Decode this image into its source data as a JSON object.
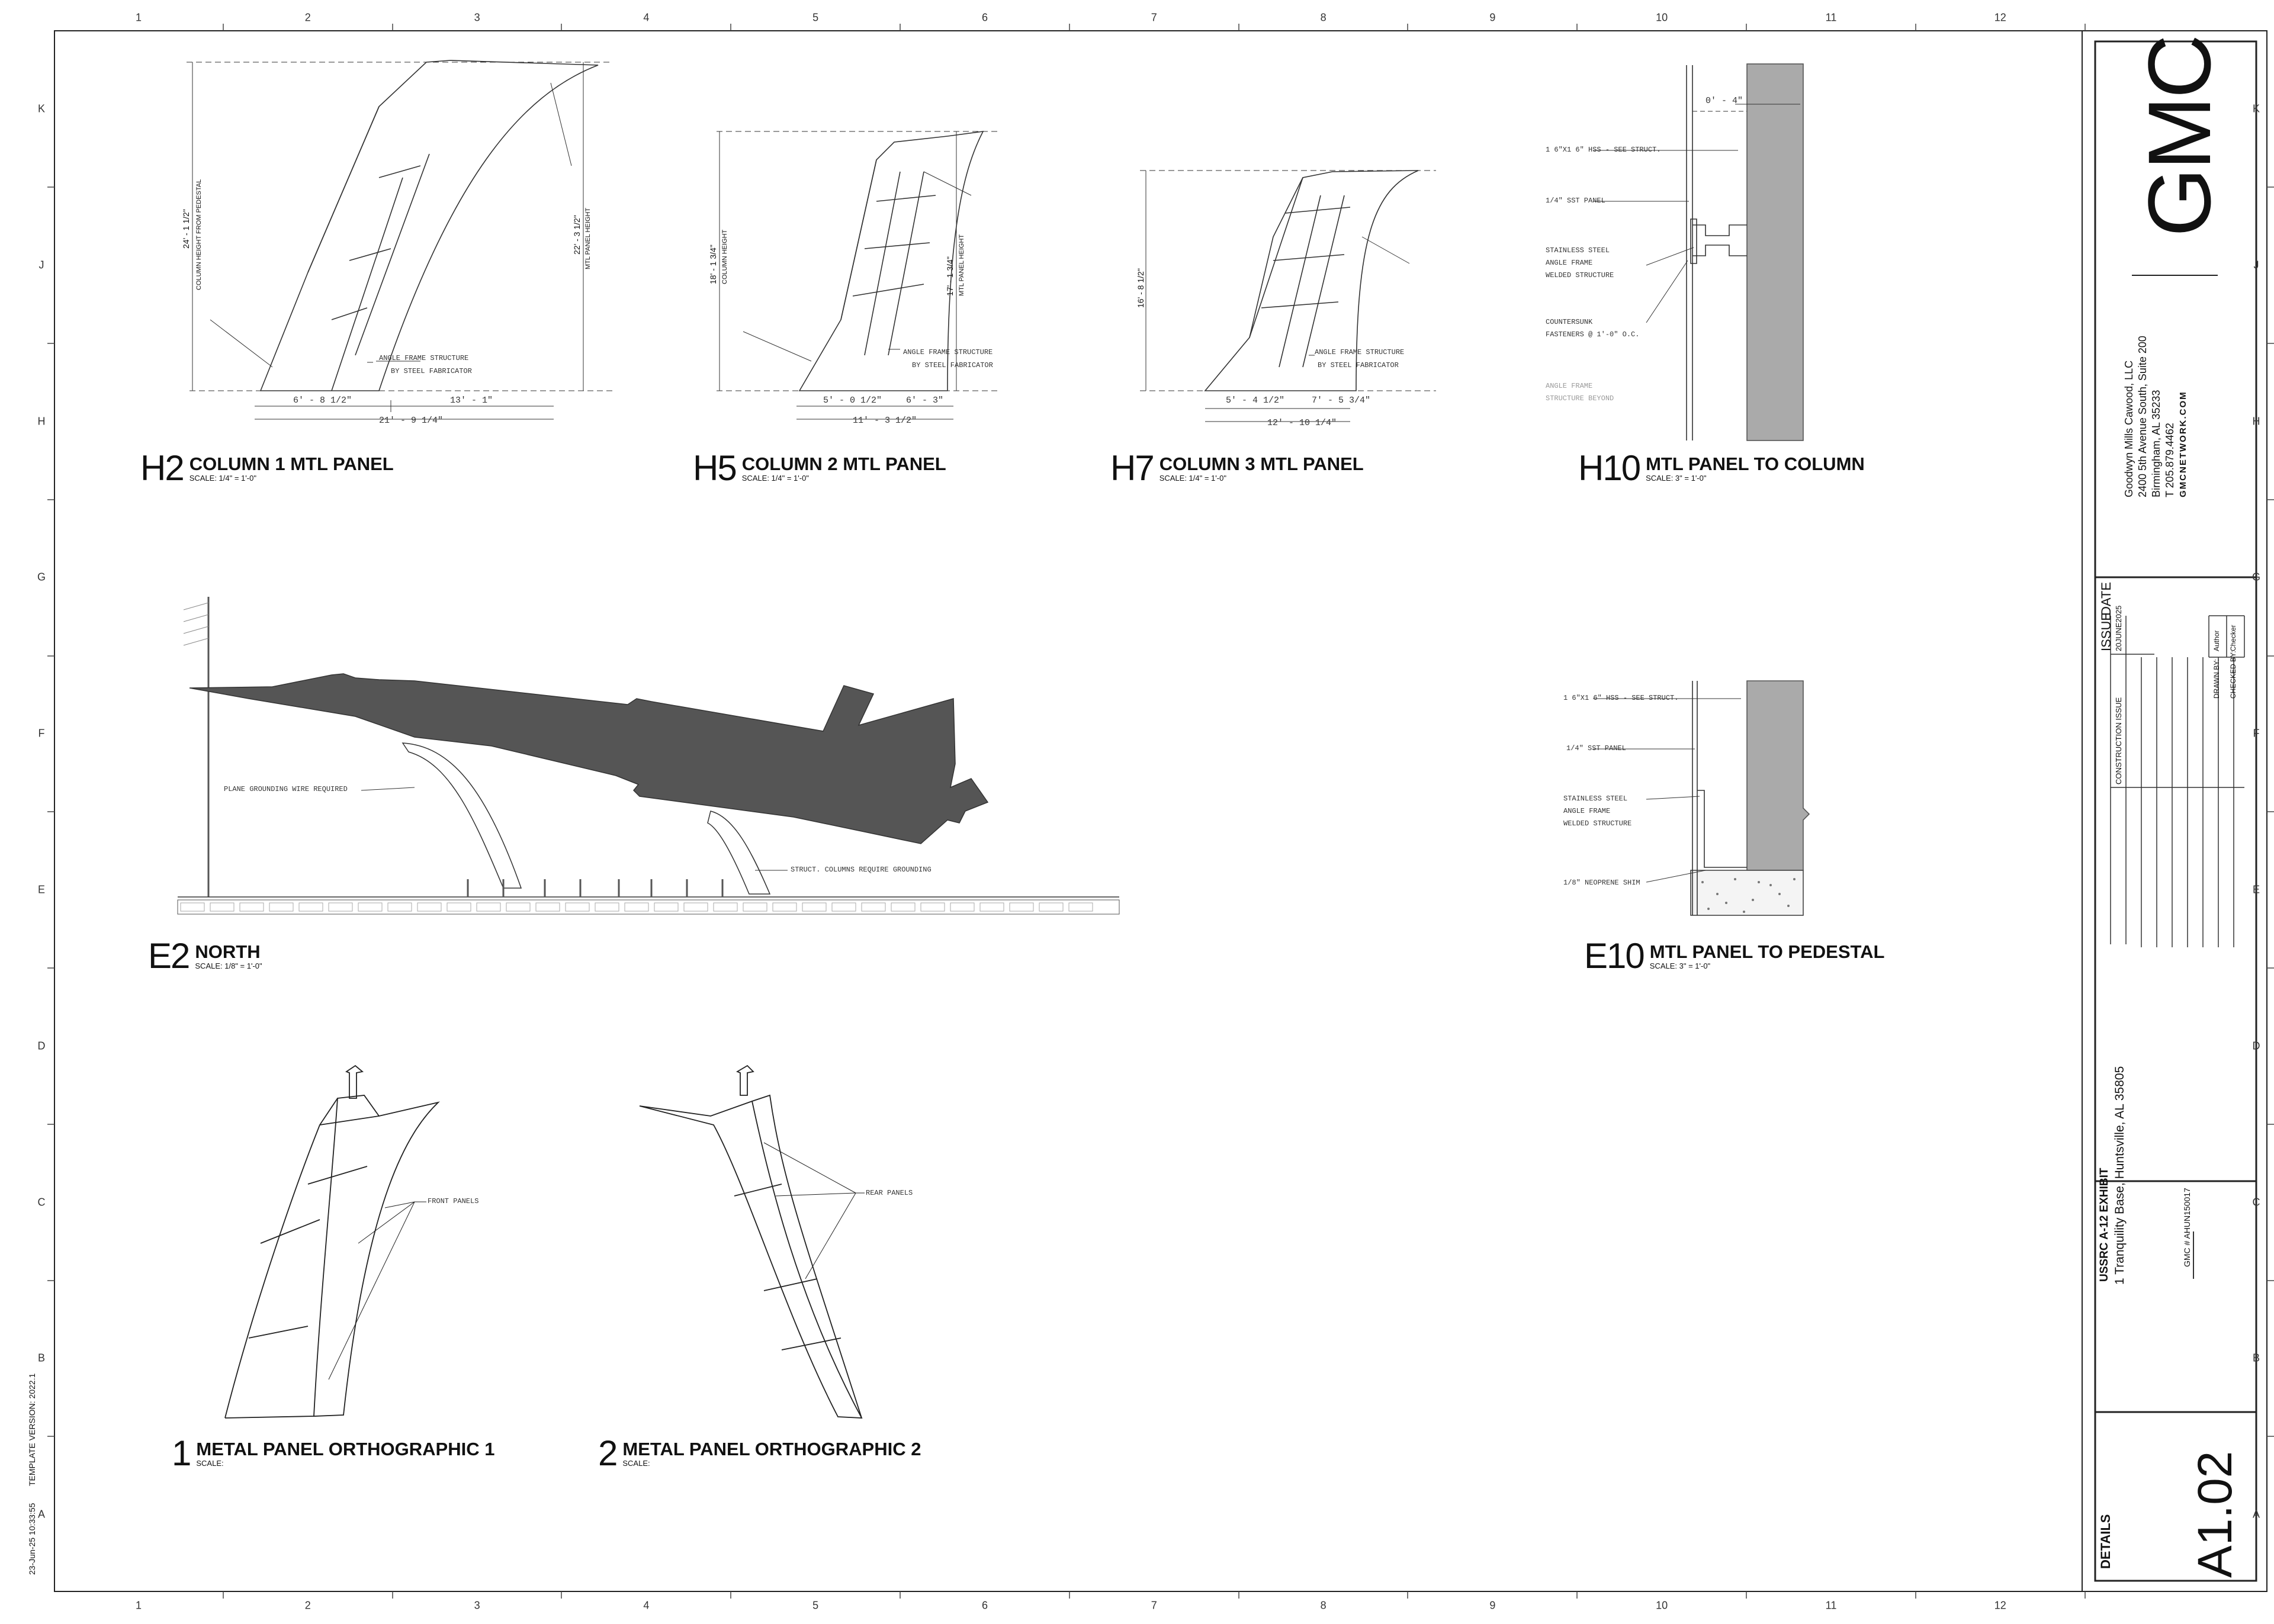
{
  "sheet": {
    "number": "A1.02",
    "title": "DETAILS",
    "logo_text": "GMC",
    "template_version": "TEMPLATE VERSION: 2022.1",
    "timestamp": "23-Jun-25 10:33:55"
  },
  "grid": {
    "columns": [
      "1",
      "2",
      "3",
      "4",
      "5",
      "6",
      "7",
      "8",
      "9",
      "10",
      "11",
      "12"
    ],
    "rows": [
      "K",
      "J",
      "H",
      "G",
      "F",
      "E",
      "D",
      "C",
      "B",
      "A"
    ]
  },
  "firm": {
    "name": "Goodwyn Mills Cawood, LLC",
    "address1": "2400 5th Avenue South, Suite 200",
    "address2": "Birmingham, AL 35233",
    "phone": "T   205.879.4462",
    "web": "GMCNETWORK.COM"
  },
  "issue_table": {
    "col_issue": "ISSUE",
    "col_date": "DATE",
    "rows": [
      {
        "issue": "CONSTRUCTION ISSUE",
        "date": "20JUNE2025"
      }
    ],
    "drawn_by_label": "DRAWN BY:",
    "drawn_by": "Author",
    "checked_by_label": "CHECKED BY:",
    "checked_by": "Checker"
  },
  "project": {
    "name": "USSRC A-12 EXHIBIT",
    "address": "1 Tranquility Base, Huntsville, AL 35805",
    "number": "GMC # AHUN150017"
  },
  "details": {
    "h2": {
      "tag": "H2",
      "name": "COLUMN 1 MTL PANEL",
      "scale": "SCALE:  1/4\" = 1'-0\""
    },
    "h5": {
      "tag": "H5",
      "name": "COLUMN 2 MTL PANEL",
      "scale": "SCALE:  1/4\" = 1'-0\""
    },
    "h7": {
      "tag": "H7",
      "name": "COLUMN 3 MTL PANEL",
      "scale": "SCALE:  1/4\" = 1'-0\""
    },
    "h10": {
      "tag": "H10",
      "name": "MTL PANEL TO COLUMN",
      "scale": "SCALE:  3\" = 1'-0\""
    },
    "e2": {
      "tag": "E2",
      "name": "NORTH",
      "scale": "SCALE:  1/8\" = 1'-0\""
    },
    "e10": {
      "tag": "E10",
      "name": "MTL PANEL TO PEDESTAL",
      "scale": "SCALE:  3\" = 1'-0\""
    },
    "d1": {
      "tag": "1",
      "name": "METAL PANEL ORTHOGRAPHIC 1",
      "scale": "SCALE:"
    },
    "d2": {
      "tag": "2",
      "name": "METAL PANEL ORTHOGRAPHIC 2",
      "scale": "SCALE:"
    }
  },
  "dimensions": {
    "h2_bottom1": "6' - 8 1/2\"",
    "h2_bottom2": "13' - 1\"",
    "h2_total": "21' - 9 1/4\"",
    "h2_left": "24' - 1 1/2\"",
    "h2_left_label": "COLUMN HEIGHT FROM PEDESTAL",
    "h2_right": "22' - 3 1/2\"",
    "h2_right_label": "MTL PANEL HEIGHT",
    "h5_bottom1": "5' - 0 1/2\"",
    "h5_bottom2": "6' - 3\"",
    "h5_total": "11' - 3 1/2\"",
    "h5_left": "18' - 1 3/4\"",
    "h5_left_label": "COLUMN HEIGHT",
    "h5_right": "17' - 1 3/4\"",
    "h5_right_label": "MTL PANEL HEIGHT",
    "h7_bottom1": "5' - 4 1/2\"",
    "h7_bottom2": "7' - 5 3/4\"",
    "h7_total": "12' - 10 1/4\"",
    "h7_left": "16' - 8 1/2\"",
    "h10_top": "0' - 4\""
  },
  "notes": {
    "angle_frame_1": "ANGLE FRAME STRUCTURE",
    "angle_frame_2": "BY STEEL FABRICATOR",
    "hss": "1 6\"X1 6\" HSS - SEE STRUCT.",
    "sst_panel": "1/4\" SST PANEL",
    "ss_angle_1": "STAINLESS STEEL",
    "ss_angle_2": "ANGLE FRAME",
    "ss_angle_3": "WELDED STRUCTURE",
    "countersunk_1": "COUNTERSUNK",
    "countersunk_2": "FASTENERS @ 1'-0\" O.C.",
    "angle_beyond_1": "ANGLE FRAME",
    "angle_beyond_2": "STRUCTURE BEYOND",
    "neoprene": "1/8\" NEOPRENE SHIM",
    "plane_ground": "PLANE GROUNDING WIRE REQUIRED",
    "struct_ground": "STRUCT. COLUMNS REQUIRE GROUNDING",
    "front_panels": "FRONT PANELS",
    "rear_panels": "REAR PANELS"
  }
}
